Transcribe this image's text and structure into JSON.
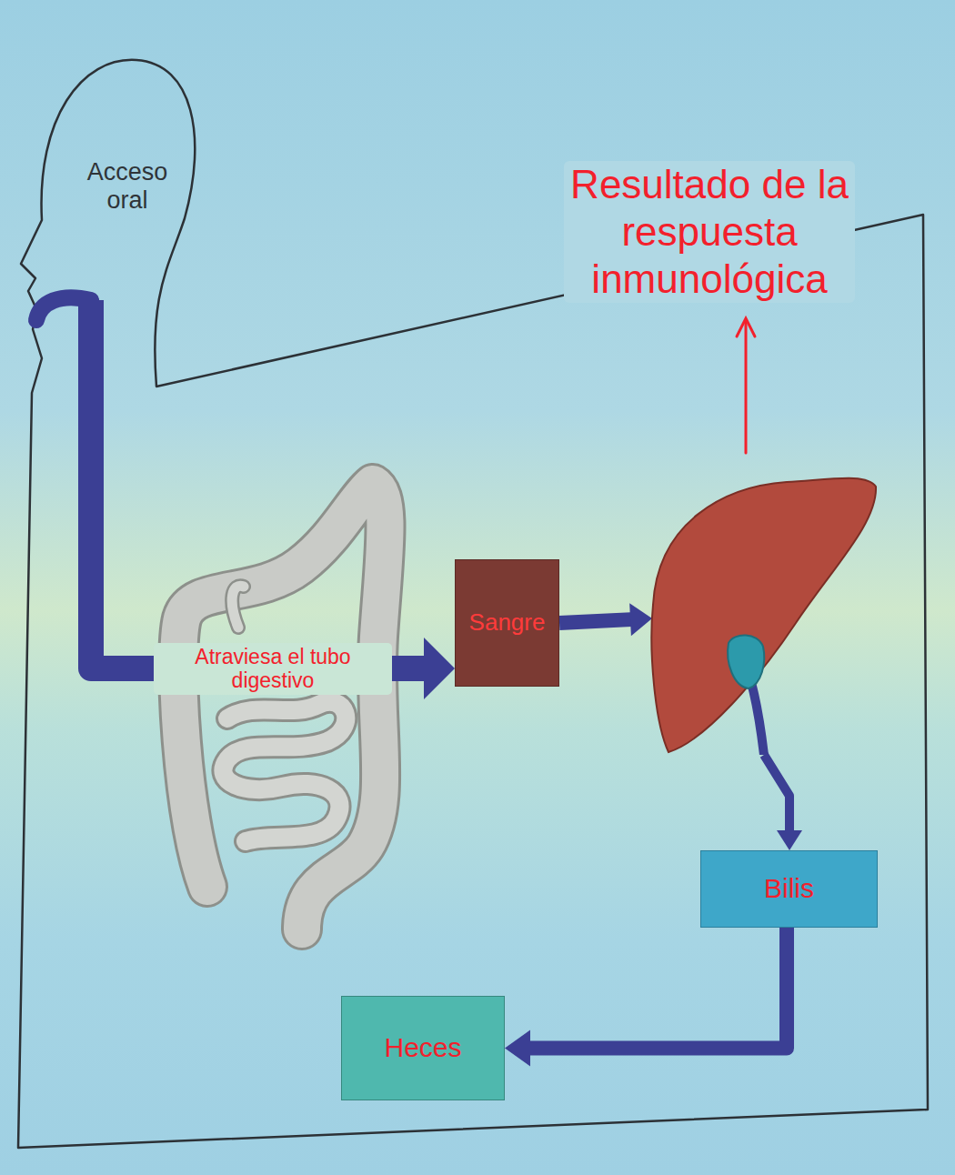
{
  "diagram": {
    "nodes": [
      {
        "text": [
          "Acceso oral"
        ]
      },
      {
        "text": [
          "Sangre"
        ]
      },
      {
        "text": [
          "Resultado de la respuesta inmunológica"
        ]
      },
      {
        "text": [
          "Bilis"
        ]
      },
      {
        "text": [
          "Heces"
        ]
      }
    ],
    "edges": [
      {
        "from": 0,
        "to": 1,
        "label": "Atraviesa el tubo digestivo",
        "arrow": "to"
      },
      {
        "from": 1,
        "to": 2,
        "arrow": "to"
      },
      {
        "from": 2,
        "to": 3,
        "arrow": "to"
      },
      {
        "from": 3,
        "to": 4,
        "arrow": "to"
      }
    ]
  }
}
